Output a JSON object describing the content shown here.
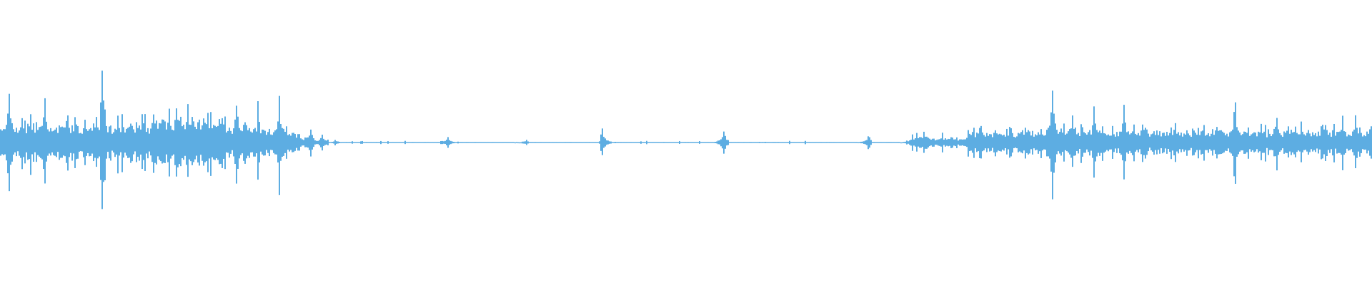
{
  "chart_data": {
    "type": "area",
    "description_kind": "audio-waveform",
    "color": "#5dade2",
    "background": "#ffffff",
    "ylim": [
      -1,
      1
    ],
    "grid": false,
    "legend": "none",
    "bins": 96,
    "peak_amplitude": [
      0.39,
      0.2,
      0.23,
      0.32,
      0.2,
      0.2,
      0.18,
      0.51,
      0.22,
      0.2,
      0.22,
      0.26,
      0.24,
      0.28,
      0.24,
      0.2,
      0.3,
      0.16,
      0.3,
      0.38,
      0.12,
      0.1,
      0.06,
      0.02,
      0.004,
      0.004,
      0.004,
      0.004,
      0.004,
      0.004,
      0.004,
      0.04,
      0.004,
      0.004,
      0.004,
      0.004,
      0.02,
      0.004,
      0.004,
      0.004,
      0.004,
      0.004,
      0.1,
      0.004,
      0.004,
      0.004,
      0.004,
      0.004,
      0.004,
      0.004,
      0.08,
      0.004,
      0.004,
      0.004,
      0.004,
      0.004,
      0.004,
      0.004,
      0.004,
      0.004,
      0.05,
      0.004,
      0.004,
      0.06,
      0.08,
      0.07,
      0.04,
      0.1,
      0.12,
      0.1,
      0.12,
      0.12,
      0.11,
      0.4,
      0.14,
      0.2,
      0.26,
      0.13,
      0.27,
      0.14,
      0.12,
      0.12,
      0.14,
      0.12,
      0.14,
      0.12,
      0.29,
      0.12,
      0.14,
      0.2,
      0.12,
      0.15,
      0.13,
      0.2,
      0.2,
      0.12
    ]
  }
}
